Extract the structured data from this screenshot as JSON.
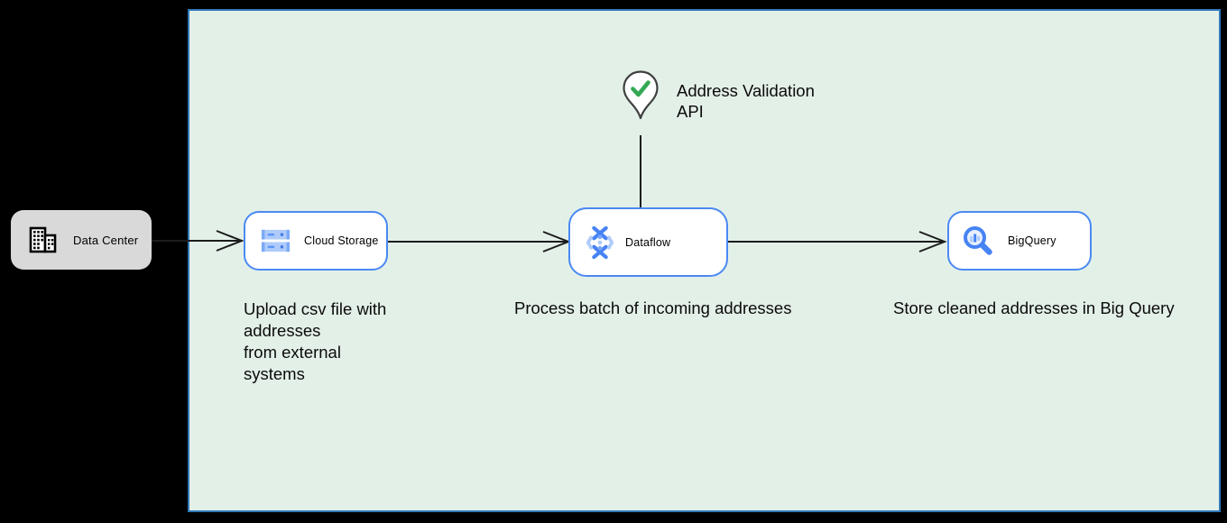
{
  "colors": {
    "page_bg": "#000000",
    "canvas_bg": "#e3f0e8",
    "canvas_border": "#3079b8",
    "node_border_blue": "#4a89f3",
    "node_bg": "#ffffff",
    "data_center_bg": "#d9d9d9",
    "arrow": "#1c1c1c",
    "check_green": "#35a854",
    "icon_blue_dark": "#4683f5",
    "icon_blue_mid": "#7baaf7",
    "icon_blue_light": "#aecbfa"
  },
  "nodes": {
    "data_center": {
      "label": "Data Center",
      "icon": "building-icon"
    },
    "cloud_storage": {
      "label": "Cloud Storage",
      "icon": "cloud-storage-icon"
    },
    "dataflow": {
      "label": "Dataflow",
      "icon": "dataflow-icon"
    },
    "bigquery": {
      "label": "BigQuery",
      "icon": "bigquery-icon"
    }
  },
  "annotation": {
    "label": "Address Validation\nAPI",
    "icon": "map-pin-check-icon"
  },
  "captions": {
    "upload": "Upload csv file with\naddresses\nfrom external\nsystems",
    "process": "Process batch of incoming addresses",
    "store": "Store cleaned addresses in Big Query"
  }
}
